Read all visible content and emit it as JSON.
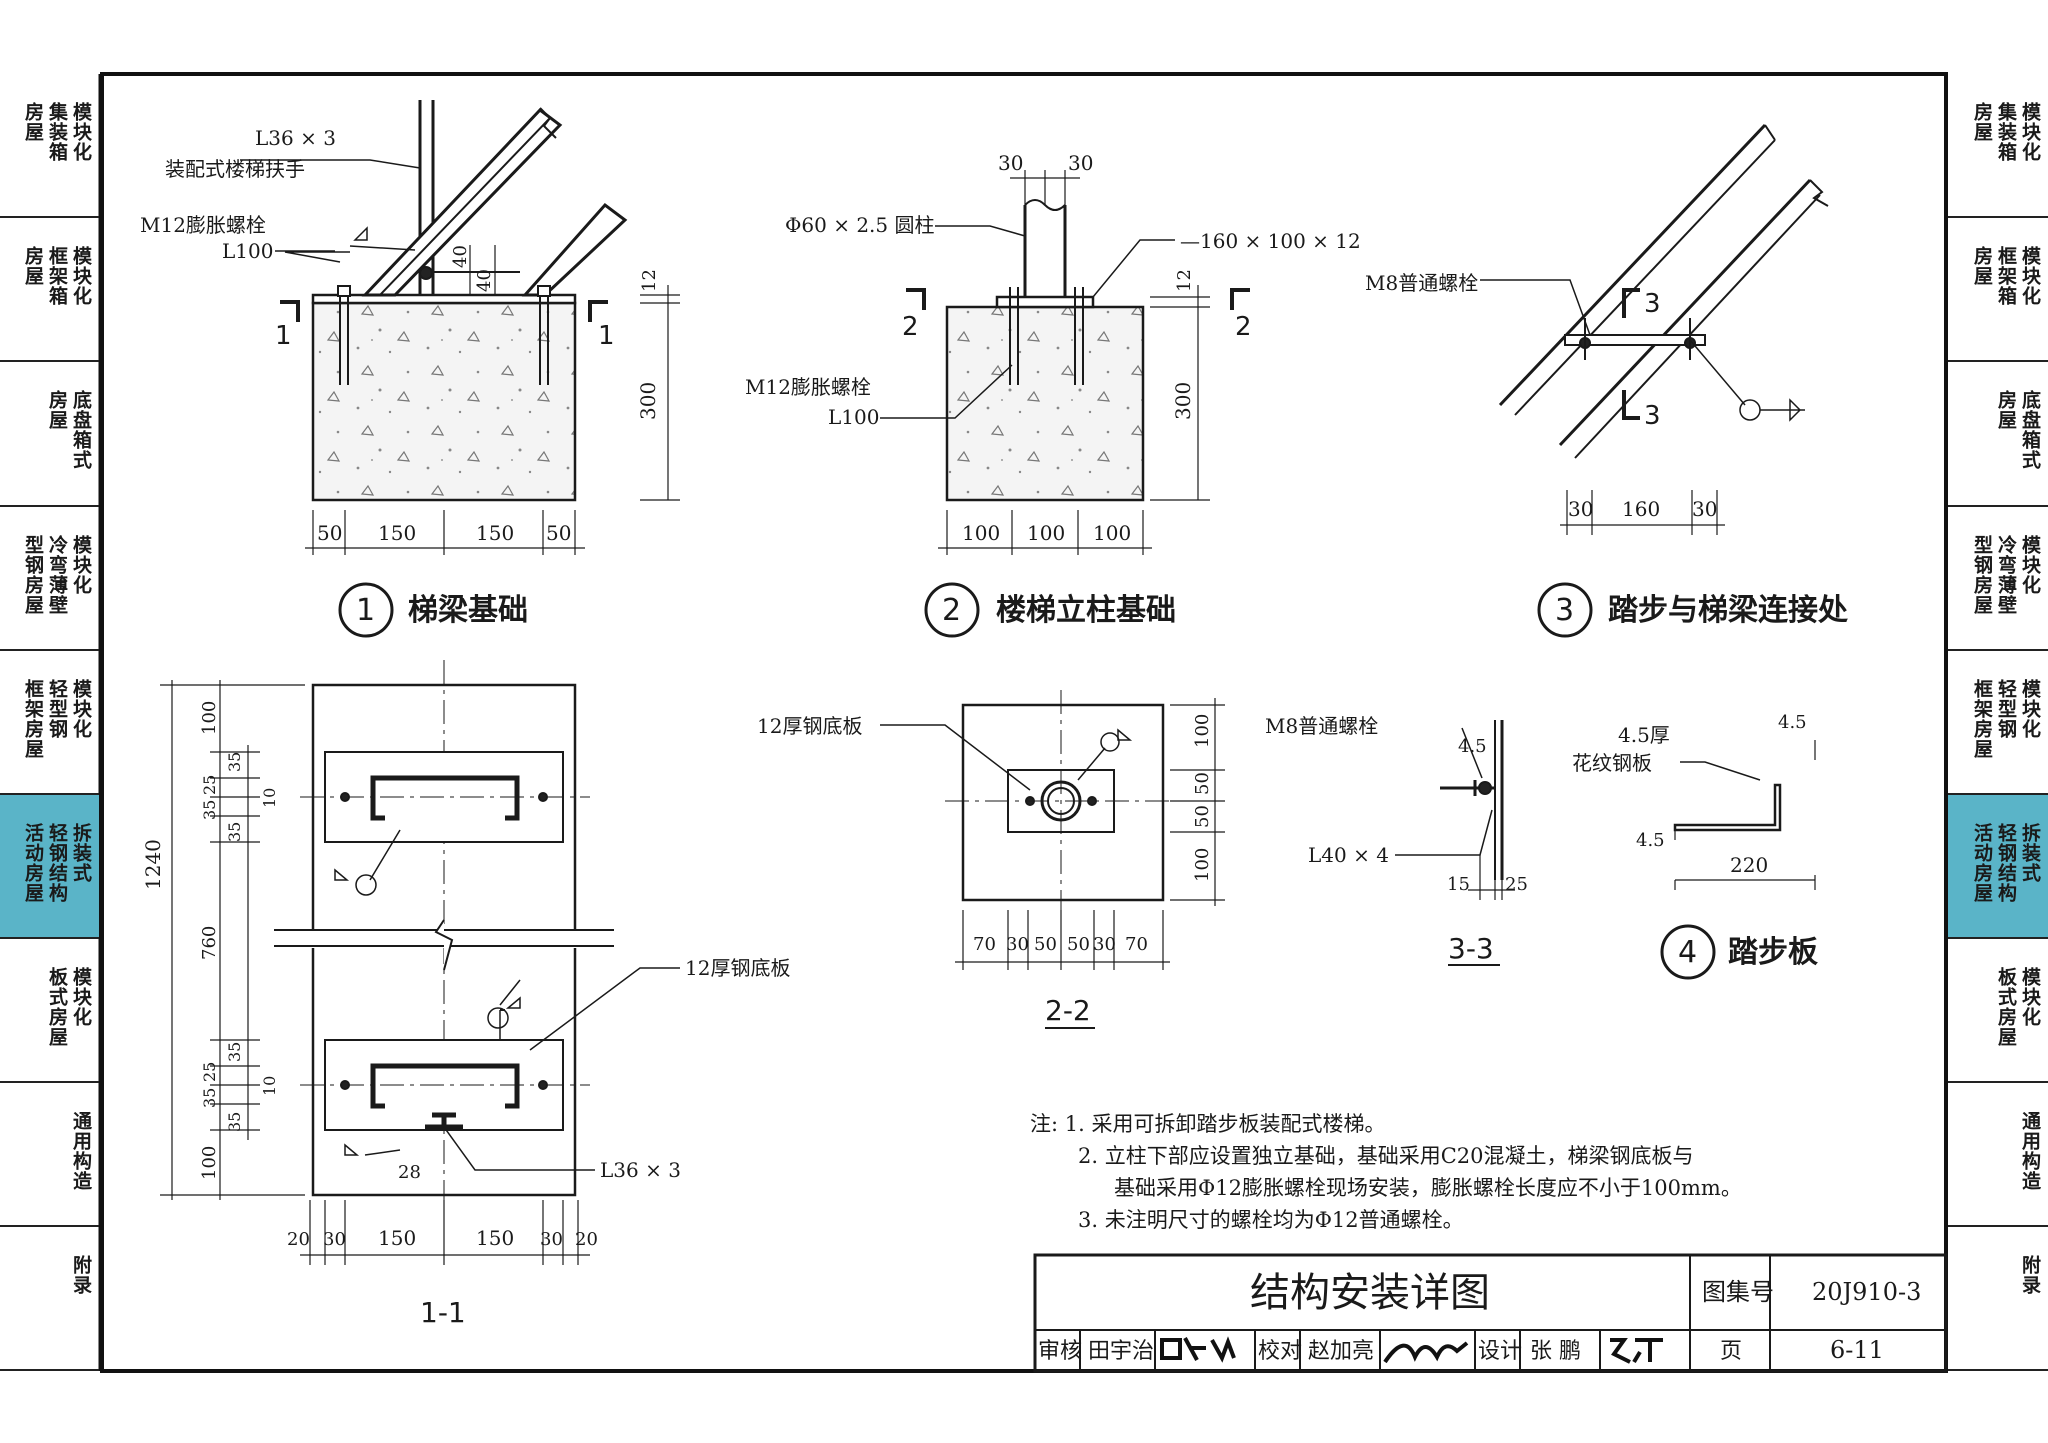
{
  "left_tabs": [
    {
      "label": "模块化集装箱房屋",
      "lines": [
        "模块化",
        "集装箱",
        "房屋"
      ]
    },
    {
      "label": "模块化框架箱房屋",
      "lines": [
        "模块化",
        "框架箱",
        "房屋"
      ]
    },
    {
      "label": "底盘箱式房屋",
      "lines": [
        "底盘箱式",
        "房屋"
      ]
    },
    {
      "label": "模块化冷弯薄壁型钢房屋",
      "lines": [
        "模块化",
        "冷弯薄壁",
        "型钢房屋"
      ]
    },
    {
      "label": "模块化轻型钢框架房屋",
      "lines": [
        "模块化",
        "轻型钢",
        "框架房屋"
      ]
    },
    {
      "label": "拆装式轻钢结构活动房屋",
      "lines": [
        "拆装式",
        "轻钢结构",
        "活动房屋"
      ]
    },
    {
      "label": "模块化板式房屋",
      "lines": [
        "模块化",
        "板式房屋"
      ]
    },
    {
      "label": "通用构造",
      "lines": [
        "通用构造"
      ]
    },
    {
      "label": "附录",
      "lines": [
        "附录"
      ]
    }
  ],
  "active_tab_index": 5,
  "colors": {
    "active_tab": "#5ab4c8",
    "line": "#1a1a1a",
    "concrete": "#f4f4f4"
  },
  "detail1": {
    "title": "梯梁基础",
    "number": "1",
    "labels": {
      "angle": "L36 × 3",
      "handrail": "装配式楼梯扶手",
      "bolt": "M12膨胀螺栓",
      "length": "L100",
      "section_mark": "1"
    },
    "dims": {
      "d40a": "40",
      "d40b": "40",
      "d12": "12",
      "d300": "300",
      "b1": "50",
      "b2": "150",
      "b3": "150",
      "b4": "50"
    }
  },
  "detail2": {
    "title": "楼梯立柱基础",
    "number": "2",
    "labels": {
      "pipe": "Φ60 × 2.5 圆柱",
      "plate": "—160 × 100 × 12",
      "bolt": "M12膨胀螺栓",
      "length": "L100",
      "section_mark": "2"
    },
    "dims": {
      "t1": "30",
      "t2": "30",
      "d12": "12",
      "d300": "300",
      "b1": "100",
      "b2": "100",
      "b3": "100"
    }
  },
  "detail3": {
    "title": "踏步与梯梁连接处",
    "number": "3",
    "labels": {
      "bolt": "M8普通螺栓",
      "section_mark": "3"
    },
    "dims": {
      "b1": "30",
      "b2": "160",
      "b3": "30"
    }
  },
  "section11": {
    "title": "1-1",
    "labels": {
      "plate": "12厚钢底板",
      "angle": "L36 × 3"
    },
    "dims": {
      "v100a": "100",
      "v35a": "35",
      "v25a": "25",
      "v35b": "35",
      "v10a": "10",
      "v35c": "35",
      "v760": "760",
      "v35d": "35",
      "v25b": "25",
      "v35e": "35",
      "v10b": "10",
      "v35f": "35",
      "v100b": "100",
      "v1240": "1240",
      "d28": "28",
      "b1": "20",
      "b2": "30",
      "b3": "150",
      "b4": "150",
      "b5": "30",
      "b6": "20"
    }
  },
  "section22": {
    "title": "2-2",
    "labels": {
      "plate": "12厚钢底板"
    },
    "dims": {
      "v1": "100",
      "v2": "50",
      "v3": "50",
      "v4": "100",
      "b1": "70",
      "b2": "30",
      "b3": "50",
      "b4": "50",
      "b5": "30",
      "b6": "70"
    }
  },
  "section33": {
    "title": "3-3",
    "labels": {
      "bolt": "M8普通螺栓",
      "angle": "L40 × 4"
    },
    "dims": {
      "d45": "4.5",
      "b1": "15",
      "b2": "25"
    }
  },
  "detail4": {
    "title": "踏步板",
    "number": "4",
    "labels": {
      "plate": "4.5厚",
      "plate2": "花纹钢板"
    },
    "dims": {
      "d45a": "4.5",
      "d45b": "4.5",
      "d220": "220"
    }
  },
  "notes": {
    "prefix": "注:",
    "items": [
      "1. 采用可拆卸踏步板装配式楼梯。",
      "2. 立柱下部应设置独立基础，基础采用C20混凝土，梯梁钢底板与",
      "基础采用Φ12膨胀螺栓现场安装，膨胀螺栓长度应不小于100mm。",
      "3. 未注明尺寸的螺栓均为Φ12普通螺栓。"
    ]
  },
  "title_block": {
    "title": "结构安装详图",
    "atlas_label": "图集号",
    "atlas_no": "20J910-3",
    "review_label": "审核",
    "reviewer": "田宇治",
    "check_label": "校对",
    "checker": "赵加亮",
    "design_label": "设计",
    "designer": "张 鹏",
    "page_label": "页",
    "page_no": "6-11"
  }
}
